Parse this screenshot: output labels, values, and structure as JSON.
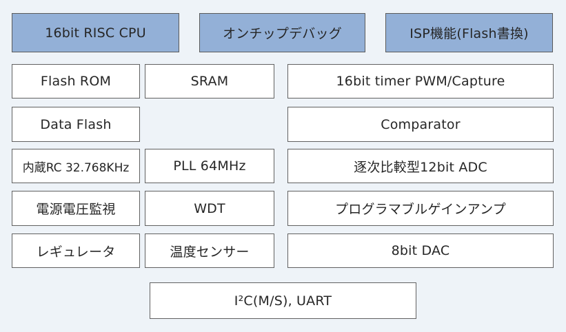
{
  "blocks": {
    "cpu": "16bit RISC CPU",
    "debug": "オンチップデバッグ",
    "isp": "ISP機能(Flash書換)",
    "flash_rom": "Flash ROM",
    "sram": "SRAM",
    "timer": "16bit timer PWM/Capture",
    "data_flash": "Data Flash",
    "comparator": "Comparator",
    "rc_osc": "内蔵RC 32.768KHz",
    "pll": "PLL 64MHz",
    "adc": "逐次比較型12bit ADC",
    "voltage_monitor": "電源電圧監視",
    "wdt": "WDT",
    "pga": "プログラマブルゲインアンプ",
    "regulator": "レギュレータ",
    "temp_sensor": "温度センサー",
    "dac": "8bit DAC",
    "comm": "I²C(M/S), UART"
  },
  "colors": {
    "background": "#eef3f8",
    "highlight": "#93b0d7",
    "box": "#ffffff",
    "border": "#606060"
  }
}
